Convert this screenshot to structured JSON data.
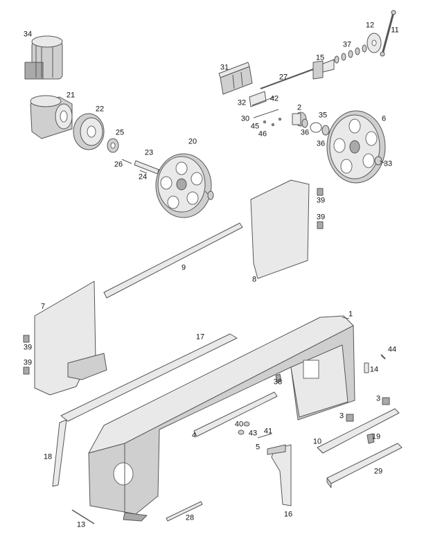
{
  "labels": [
    "1",
    "2",
    "3",
    "3",
    "4",
    "5",
    "6",
    "7",
    "8",
    "9",
    "10",
    "11",
    "12",
    "13",
    "14",
    "15",
    "16",
    "17",
    "18",
    "19",
    "20",
    "21",
    "22",
    "23",
    "24",
    "25",
    "26",
    "27",
    "28",
    "29",
    "30",
    "31",
    "32",
    "33",
    "34",
    "35",
    "36",
    "36",
    "37",
    "38",
    "39",
    "39",
    "39",
    "39",
    "40",
    "41",
    "42",
    "43",
    "44",
    "45",
    "46"
  ]
}
